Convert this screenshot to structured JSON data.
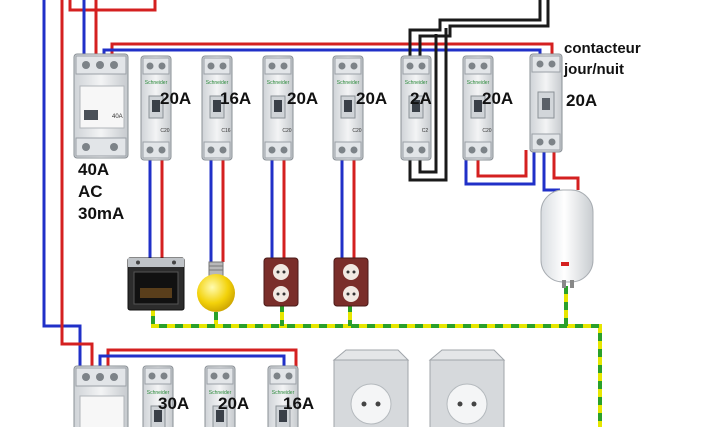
{
  "labels": {
    "rcd_top_rating": "40A",
    "rcd_top_type": "AC",
    "rcd_top_sensitivity": "30mA",
    "contactor_line1": "contacteur",
    "contactor_line2": "jour/nuit",
    "contactor_rating": "20A"
  },
  "breakers_top": [
    "20A",
    "16A",
    "20A",
    "20A",
    "2A",
    "20A"
  ],
  "breakers_bottom": [
    "30A",
    "20A",
    "16A"
  ],
  "device_text": {
    "brand": "Schneider",
    "rcd_face": "40A",
    "breaker_codes": [
      "C20",
      "C16",
      "C20",
      "C20",
      "C2",
      "C20"
    ]
  },
  "colors": {
    "phase": "#d42020",
    "neutral": "#2030c8",
    "earth_yellow": "#e6e600",
    "earth_green": "#2aa02a",
    "black": "#1a1a1a",
    "module": "#e8eaec"
  },
  "icons": [
    "oven-icon",
    "bulb-icon",
    "socket-icon",
    "socket-icon",
    "water-heater-icon",
    "wall-socket-icon",
    "wall-socket-icon"
  ]
}
